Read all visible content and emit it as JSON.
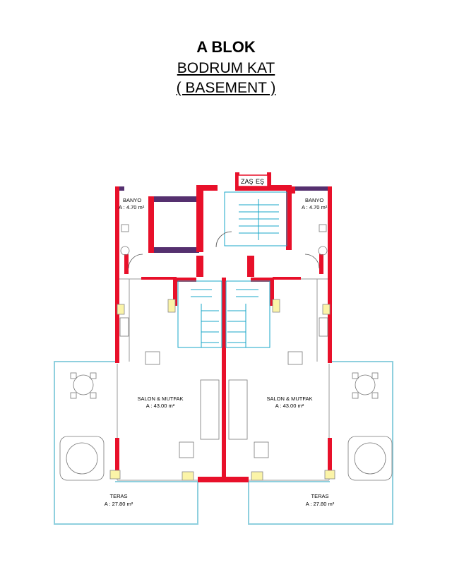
{
  "header": {
    "block": "A BLOK",
    "floor": "BODRUM KAT",
    "floor_en": "( BASEMENT )"
  },
  "plan": {
    "shaft_labels": [
      "ZAŞ",
      "EŞ"
    ],
    "rooms": {
      "banyo_left": {
        "name": "BANYO",
        "area": "A : 4.70 m²"
      },
      "banyo_right": {
        "name": "BANYO",
        "area": "A : 4.70 m²"
      },
      "salon_left": {
        "name": "SALON & MUTFAK",
        "area": "A : 43.00 m²"
      },
      "salon_right": {
        "name": "SALON & MUTFAK",
        "area": "A : 43.00 m²"
      },
      "teras_left": {
        "name": "TERAS",
        "area": "A : 27.80 m²"
      },
      "teras_right": {
        "name": "TERAS",
        "area": "A : 27.80 m²"
      }
    },
    "colors": {
      "wall": "#e8102a",
      "partition": "#55306f",
      "terrace": "#8fd0de",
      "window": "#fbf4a8",
      "stair": "#1aa7c9",
      "line": "#7a7a7a"
    }
  }
}
